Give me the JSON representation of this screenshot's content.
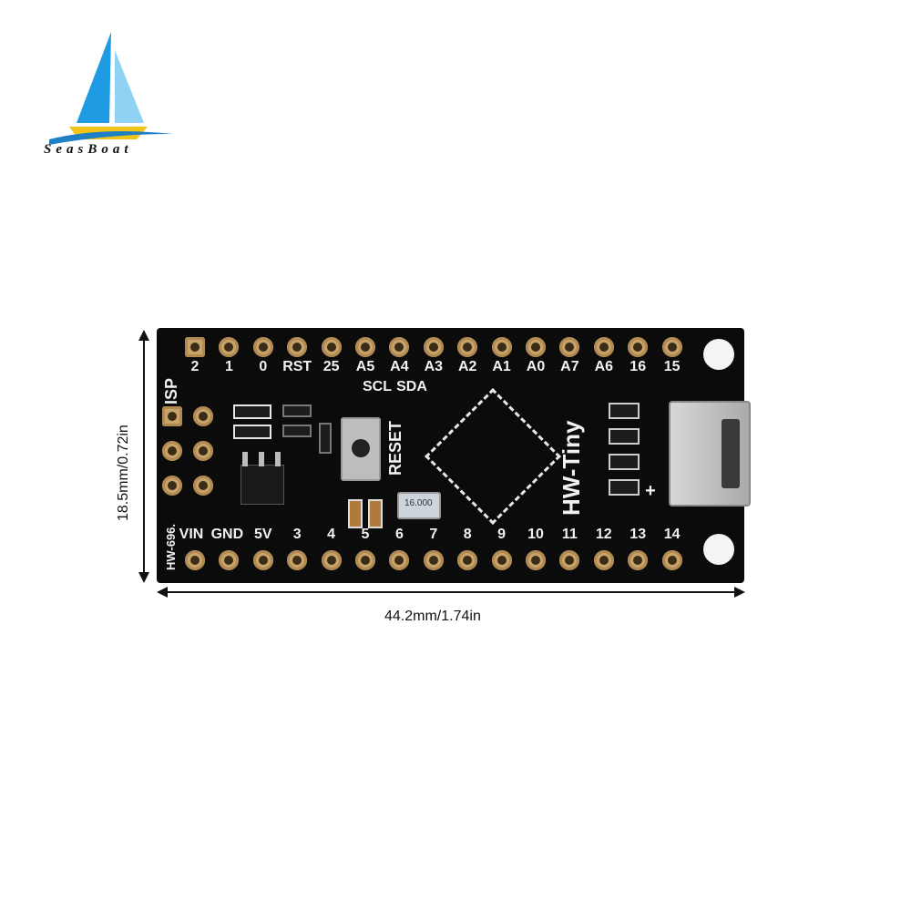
{
  "logo": {
    "brand": "SeasBoat",
    "icon": "sailboat-logo-icon"
  },
  "board": {
    "name": "HW-Tiny",
    "model": "HW-696.",
    "isp_label": "ISP",
    "reset_label": "RESET",
    "i2c_labels": [
      "SCL",
      "SDA"
    ],
    "crystal_label": "16.000",
    "plus_label": "+",
    "top_pins": [
      "2",
      "1",
      "0",
      "RST",
      "25",
      "A5",
      "A4",
      "A3",
      "A2",
      "A1",
      "A0",
      "A7",
      "A6",
      "16",
      "15"
    ],
    "bottom_pins": [
      "VIN",
      "GND",
      "5V",
      "3",
      "4",
      "5",
      "6",
      "7",
      "8",
      "9",
      "10",
      "11",
      "12",
      "13",
      "14"
    ],
    "colors": {
      "pcb": "#0b0b0b",
      "pad": "#c9a46a",
      "silkscreen": "#f1f1f1"
    }
  },
  "dimensions": {
    "height_label": "18.5mm/0.72in",
    "width_label": "44.2mm/1.74in"
  }
}
